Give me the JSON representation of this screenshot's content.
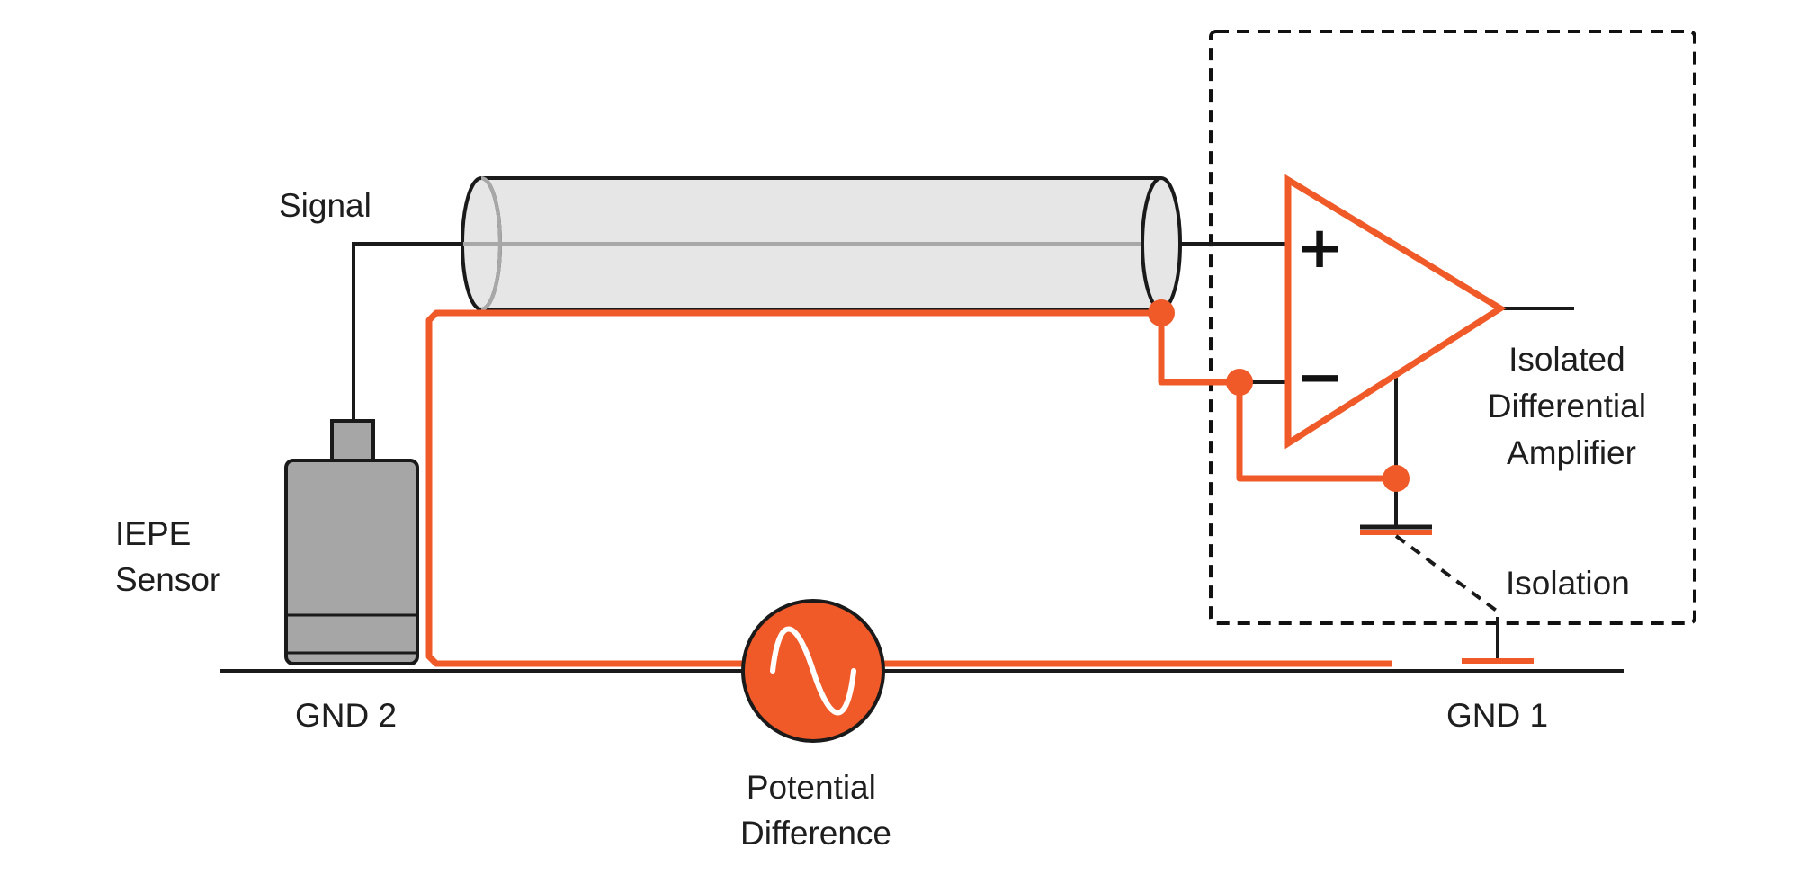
{
  "labels": {
    "signal": "Signal",
    "iepe_line1": "IEPE",
    "iepe_line2": "Sensor",
    "gnd2": "GND 2",
    "gnd1": "GND 1",
    "potential_line1": "Potential",
    "potential_line2": "Difference",
    "amp_line1": "Isolated",
    "amp_line2": "Differential",
    "amp_line3": "Amplifier",
    "isolation": "Isolation",
    "plus": "+",
    "minus": "−"
  },
  "colors": {
    "accent": "#f05a28",
    "wire": "#1a1a1a",
    "sensor_fill": "#a6a6a6",
    "cable_fill": "#e6e6e6"
  },
  "icons": {
    "source": "ac-sine-source-icon",
    "sensor": "iepe-sensor-icon",
    "amplifier": "op-amp-triangle-icon"
  }
}
